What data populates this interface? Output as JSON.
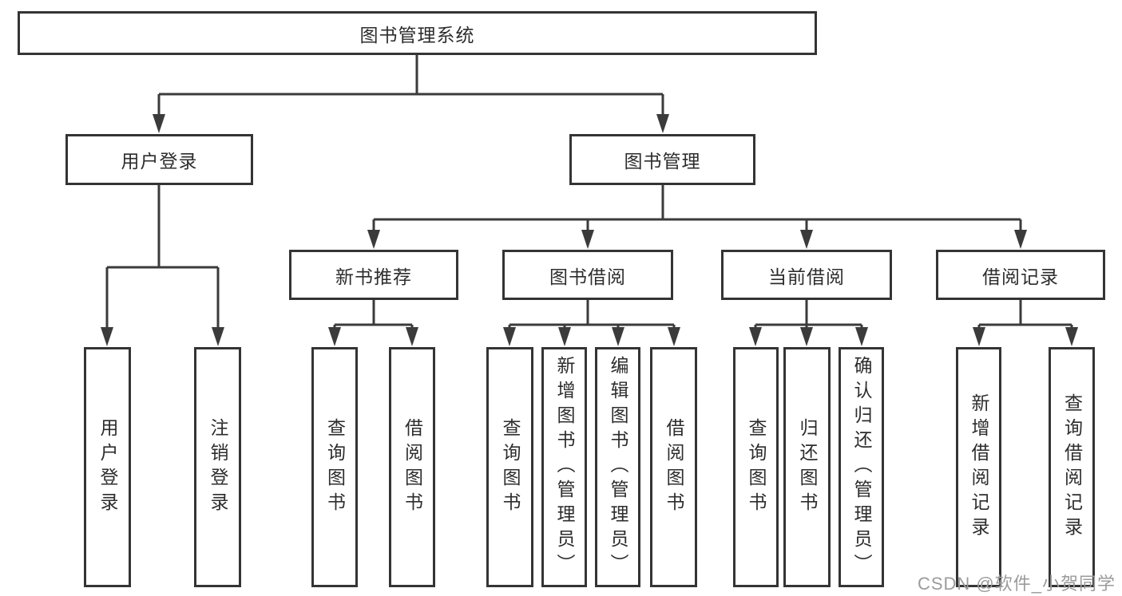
{
  "diagram": {
    "root": {
      "label": "图书管理系统"
    },
    "branches": [
      {
        "label": "用户登录",
        "children": [
          {
            "label": "用户登录"
          },
          {
            "label": "注销登录"
          }
        ]
      },
      {
        "label": "图书管理",
        "children": [
          {
            "label": "新书推荐",
            "children": [
              {
                "label": "查询图书"
              },
              {
                "label": "借阅图书"
              }
            ]
          },
          {
            "label": "图书借阅",
            "children": [
              {
                "label": "查询图书"
              },
              {
                "label": "新增图书（管理员）"
              },
              {
                "label": "编辑图书（管理员）"
              },
              {
                "label": "借阅图书"
              }
            ]
          },
          {
            "label": "当前借阅",
            "children": [
              {
                "label": "查询图书"
              },
              {
                "label": "归还图书"
              },
              {
                "label": "确认归还（管理员）"
              }
            ]
          },
          {
            "label": "借阅记录",
            "children": [
              {
                "label": "新增借阅记录"
              },
              {
                "label": "查询借阅记录"
              }
            ]
          }
        ]
      }
    ]
  },
  "watermark": {
    "text": "CSDN @软件_小贺同学"
  },
  "colors": {
    "line": "#3b3b3b",
    "box_border": "#343434",
    "box_fill": "#ffffff",
    "text": "#2d2d2d",
    "watermark": "#9b9b9b",
    "background": "#ffffff"
  }
}
